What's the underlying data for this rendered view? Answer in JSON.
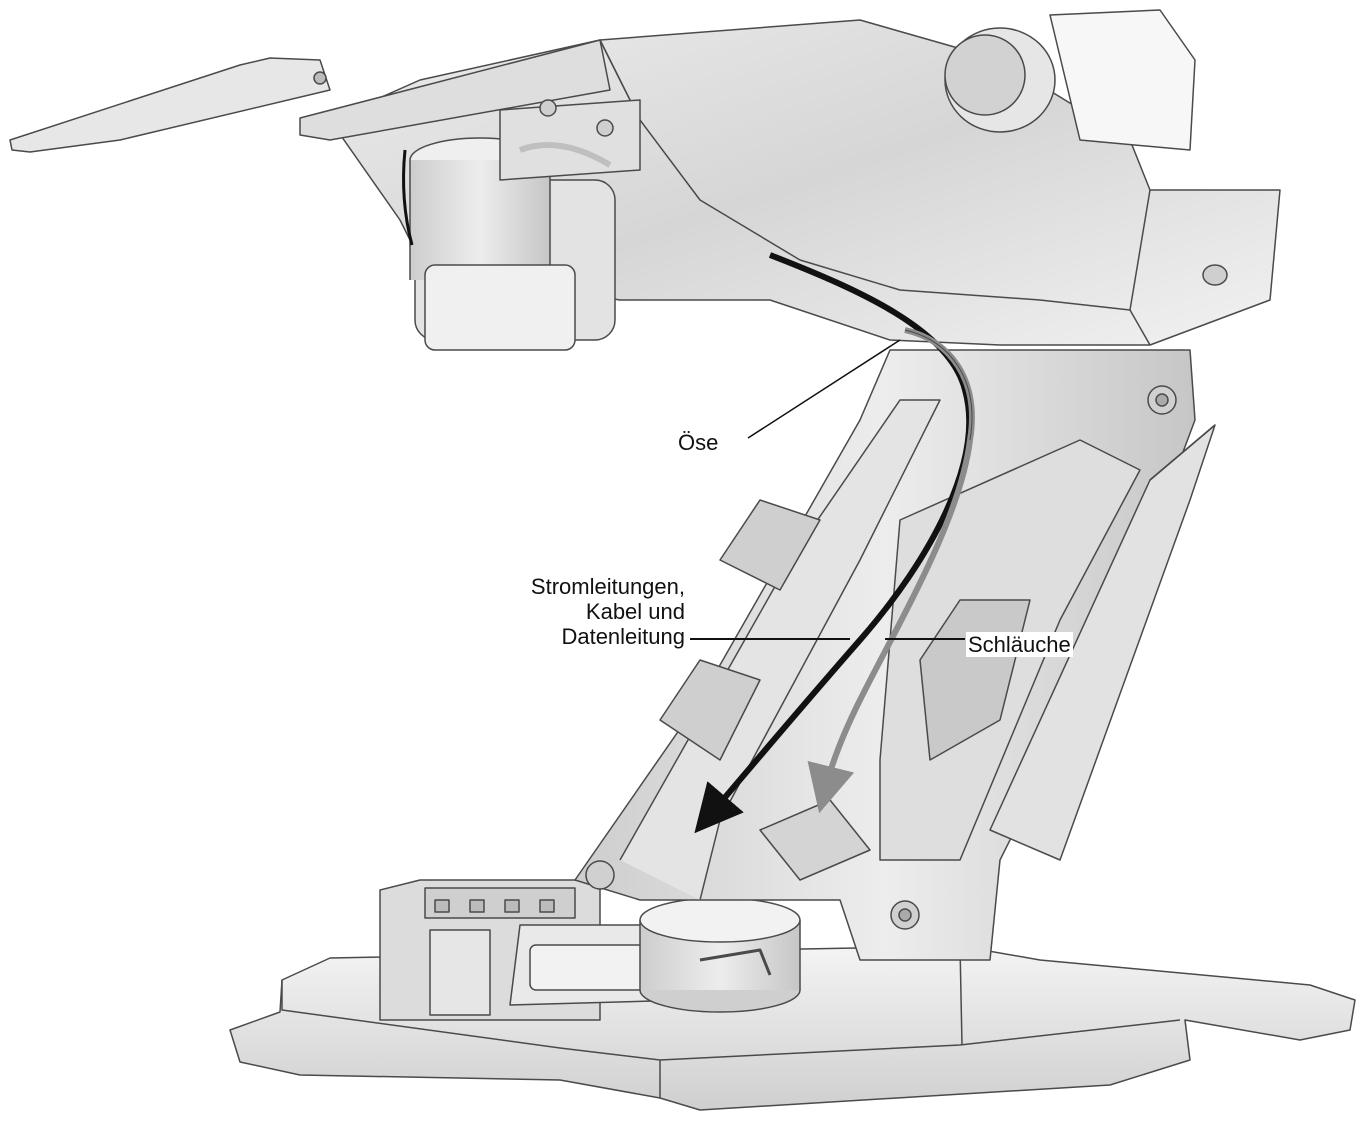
{
  "illustration": {
    "subject": "dental-chair-base-cable-routing",
    "colors": {
      "body_light": "#efefef",
      "body_mid": "#d9d9d9",
      "body_dark": "#b8b8b8",
      "outline": "#4a4a4a",
      "cable_black": "#111111",
      "hose_grey": "#8c8c8c"
    }
  },
  "callouts": {
    "eyelet": "Öse",
    "cables_line1": "Stromleitungen,",
    "cables_line2": "Kabel und",
    "cables_line3": "Datenleitung",
    "hoses": "Schläuche"
  }
}
